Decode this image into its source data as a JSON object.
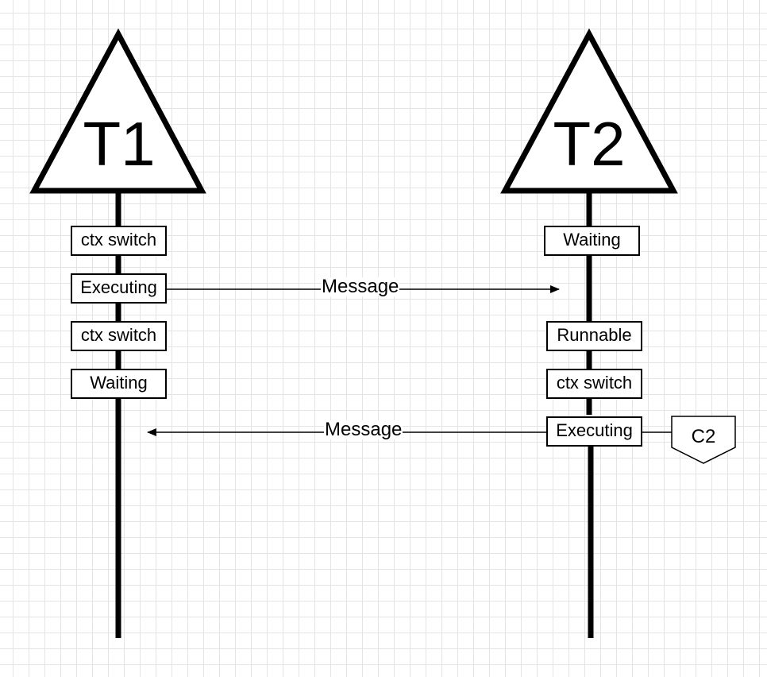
{
  "threads": [
    {
      "id": "t1",
      "label": "T1"
    },
    {
      "id": "t2",
      "label": "T2"
    }
  ],
  "t1_states": [
    "ctx switch",
    "Executing",
    "ctx switch",
    "Waiting"
  ],
  "t2_states": [
    "Waiting",
    "Runnable",
    "ctx switch",
    "Executing"
  ],
  "messages": [
    {
      "label": "Message",
      "from": "T1",
      "to": "T2"
    },
    {
      "label": "Message",
      "from": "T2",
      "to": "T1"
    }
  ],
  "offpage_connector": {
    "label": "C2"
  },
  "colors": {
    "stroke": "#000000",
    "grid": "#e4e4e4",
    "background": "#ffffff"
  }
}
